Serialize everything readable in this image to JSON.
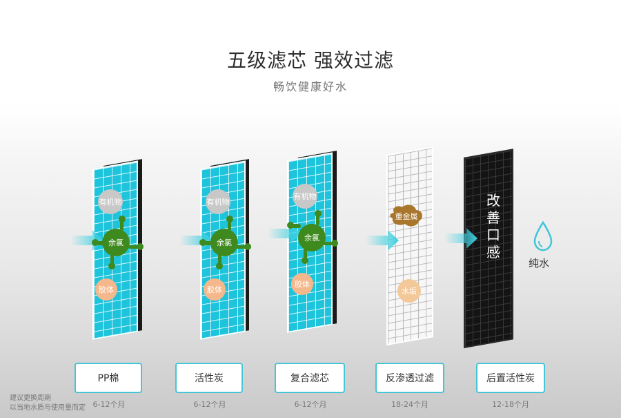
{
  "header": {
    "title": "五级滤芯  强效过滤",
    "subtitle": "畅饮健康好水"
  },
  "filters": [
    {
      "name": "PP棉",
      "period": "6-12个月",
      "type": "cyan",
      "particles": [
        "有机物",
        "余氯",
        "胶体"
      ]
    },
    {
      "name": "活性炭",
      "period": "6-12个月",
      "type": "cyan",
      "particles": [
        "有机物",
        "余氯",
        "胶体"
      ]
    },
    {
      "name": "复合滤芯",
      "period": "6-12个月",
      "type": "cyan",
      "particles": [
        "有机物",
        "余氯",
        "胶体"
      ]
    },
    {
      "name": "反渗透过滤",
      "period": "18-24个月",
      "type": "white",
      "particles": [
        "重金属",
        "水垢"
      ]
    },
    {
      "name": "后置活性炭",
      "period": "12-18个月",
      "type": "black",
      "caption": "改善口感"
    }
  ],
  "output": {
    "label": "纯水",
    "icon": "water-drop-icon"
  },
  "note": {
    "line1": "建议更换周期",
    "line2": "以当地水质与使用量而定"
  },
  "colors": {
    "accent": "#44c6d6",
    "cyan_panel": "#1ec4dc",
    "chlorine": "#3e8a1e",
    "colloid": "#f5b88c",
    "organic": "#c8c8c8",
    "heavy_metal": "#a8762c"
  }
}
